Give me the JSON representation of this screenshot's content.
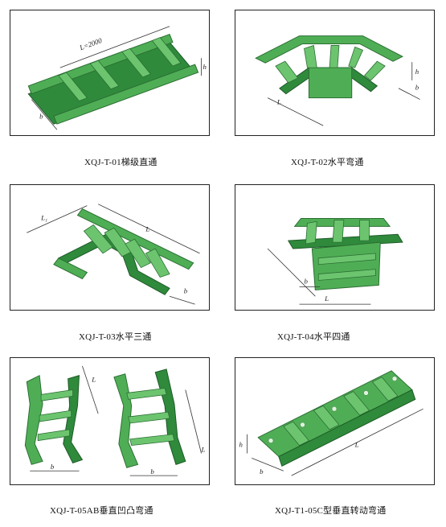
{
  "items": [
    {
      "caption": "XQJ-T-01梯级直通",
      "dim_label": "L=2000",
      "dims": [
        "h",
        "b"
      ]
    },
    {
      "caption": "XQJ-T-02水平弯通",
      "dims": [
        "L",
        "h",
        "b"
      ]
    },
    {
      "caption": "XQJ-T-03水平三通",
      "dims": [
        "L₁",
        "L",
        "b"
      ]
    },
    {
      "caption": "XQJ-T-04水平四通",
      "dims": [
        "L",
        "b"
      ]
    },
    {
      "caption": "XQJ-T-05AB垂直凹凸弯通",
      "dims": [
        "L",
        "b",
        "L",
        "b"
      ]
    },
    {
      "caption": "XQJ-T1-05C型垂直转动弯通",
      "dims": [
        "h",
        "b",
        "L"
      ]
    }
  ]
}
